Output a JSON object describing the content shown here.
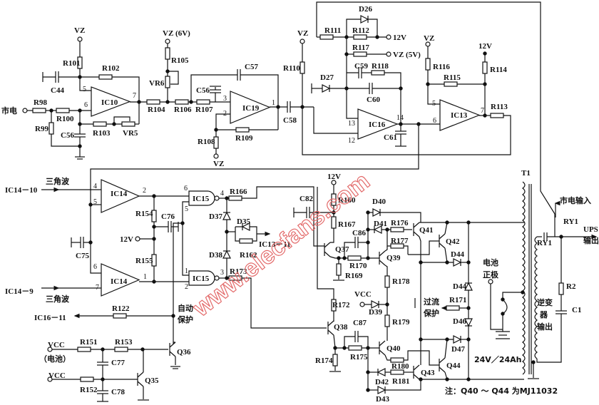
{
  "diagram": {
    "watermark": "www.elecfans.com",
    "colors": {
      "line": "#111111",
      "watermark": "#e36a6a"
    },
    "labels": {
      "vz1": "VZ",
      "R101": "R101",
      "R102": "R102",
      "C44": "C44",
      "IC10": "IC10",
      "p5a": "5",
      "p6a": "6",
      "p7a": "7",
      "mains": "市电",
      "R98": "R98",
      "R99": "R99",
      "R100": "R100",
      "C56a": "C56",
      "R103": "R103",
      "VR5": "VR5",
      "vz6": "VZ (6V)",
      "R105": "R105",
      "VR6": "VR6",
      "R104": "R104",
      "R106": "R106",
      "R107": "R107",
      "C56b": "C56",
      "C57": "C57",
      "IC19": "IC19",
      "p3b": "3",
      "p2b": "2",
      "p1b": "1",
      "R108": "R108",
      "vz2": "VZ",
      "R109": "R109",
      "C58": "C58",
      "vz3": "VZ",
      "R110": "R110",
      "D26": "D26",
      "R111": "R111",
      "R112": "R112",
      "v12a": "12V",
      "R117": "R117",
      "vz5": "VZ (5V)",
      "C59": "C59",
      "R118": "R118",
      "D27": "D27",
      "C60": "C60",
      "IC16": "IC16",
      "p13": "13",
      "p12": "12",
      "p14": "14",
      "C61": "C61",
      "vz4": "VZ",
      "R116": "R116",
      "R115": "R115",
      "v12b": "12V",
      "R114": "R114",
      "IC13": "IC13",
      "p5c": "5",
      "p6c": "6",
      "p7c": "7",
      "R113": "R113",
      "in10": "IC14－10",
      "tri1": "三角波",
      "IC14a": "IC14",
      "p4d": "4",
      "p5d": "5",
      "p2d": "2",
      "C75": "C75",
      "IC14b": "IC14",
      "p6e": "6",
      "p7e": "7",
      "p1e": "1",
      "in9": "IC14－9",
      "tri2": "三角波",
      "R154": "R154",
      "C76": "C76",
      "v12c": "12V",
      "R155": "R155",
      "IC15a": "IC15",
      "g6": "6",
      "g5": "5",
      "g4": "4",
      "IC15b": "IC15",
      "g1": "1",
      "g2": "2",
      "g3": "3",
      "R166": "R166",
      "D37": "D37",
      "D35": "D35",
      "R162": "R162",
      "ic1311": "IC13－11",
      "D38": "D38",
      "R173": "R173",
      "auto1": "自动",
      "auto2": "保护",
      "ic1611": "IC16－11",
      "R122": "R122",
      "vccb": "VCC",
      "batt": "（电池）",
      "R151": "R151",
      "R153": "R153",
      "C77": "C77",
      "Q36": "Q36",
      "vcc2": "VCC",
      "R152": "R152",
      "C78": "C78",
      "Q35": "Q35",
      "v12d": "12V",
      "R160": "R160",
      "C82": "C82",
      "R167": "R167",
      "Q37": "Q37",
      "C86": "C86",
      "R170": "R170",
      "R169": "R169",
      "D40": "D40",
      "D41": "D41",
      "R176": "R176",
      "R177": "R177",
      "Q39": "Q39",
      "Q41": "Q41",
      "Q42": "Q42",
      "D44a": "D44",
      "R178": "R178",
      "bat1": "电池",
      "bat2": "正极",
      "D44b": "D44",
      "R171": "R171",
      "oc1": "过流",
      "oc2": "保护",
      "vcc3": "VCC",
      "D39": "D39",
      "R179": "R179",
      "D46": "D46",
      "C87": "C87",
      "Q38": "Q38",
      "R172": "R172",
      "R174": "R174",
      "R175": "R175",
      "Q40": "Q40",
      "D47": "D47",
      "Q44": "Q44",
      "R180": "R180",
      "R181": "R181",
      "D42": "D42",
      "Q43": "Q43",
      "D43": "D43",
      "batv": "24V／24Ah",
      "note": "注：Q40 ～ Q44 为MJ11032",
      "T1": "T1",
      "RY1a": "RY1",
      "mainsin": "市电输入",
      "RY1b": "RY1",
      "ups1": "UPS",
      "ups2": "输出",
      "R2": "R2",
      "C1": "C1",
      "inv1": "逆变",
      "inv2": "器",
      "inv3": "输出"
    }
  }
}
